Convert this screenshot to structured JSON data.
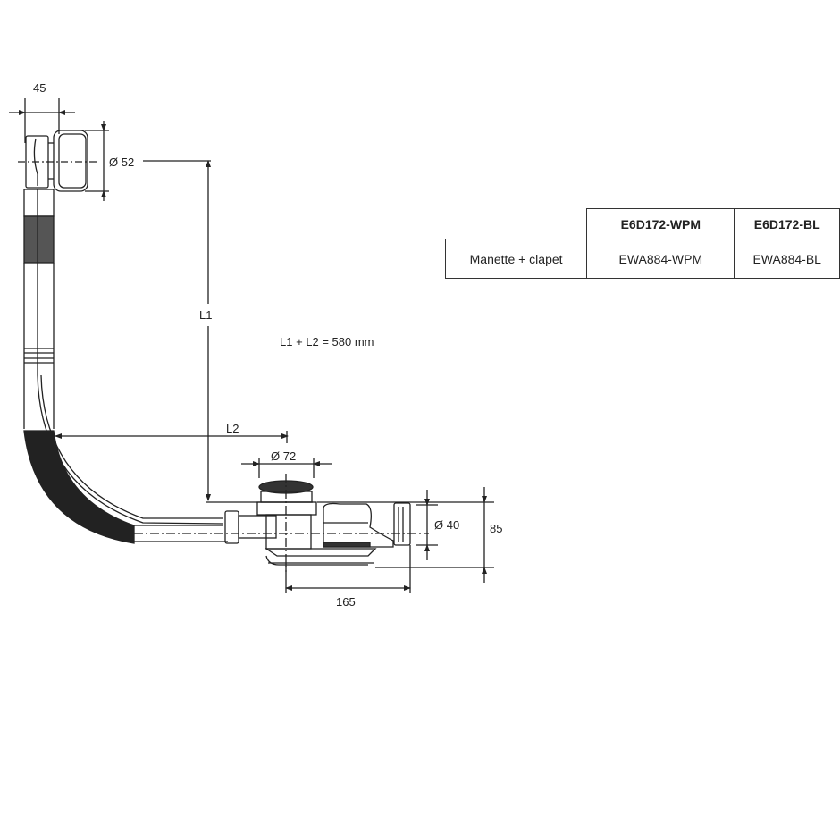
{
  "dimensions": {
    "width_45": "45",
    "diameter_52": "Ø 52",
    "l1": "L1",
    "l2": "L2",
    "formula": "L1 + L2 = 580 mm",
    "diameter_72": "Ø 72",
    "diameter_40": "Ø 40",
    "height_85": "85",
    "length_165": "165"
  },
  "table": {
    "headers": [
      "",
      "E6D172-WPM",
      "E6D172-BL"
    ],
    "rows": [
      {
        "label": "Manette + clapet",
        "values": [
          "EWA884-WPM",
          "EWA884-BL"
        ]
      }
    ]
  },
  "colors": {
    "line": "#222222",
    "fill_dark": "#222222"
  }
}
